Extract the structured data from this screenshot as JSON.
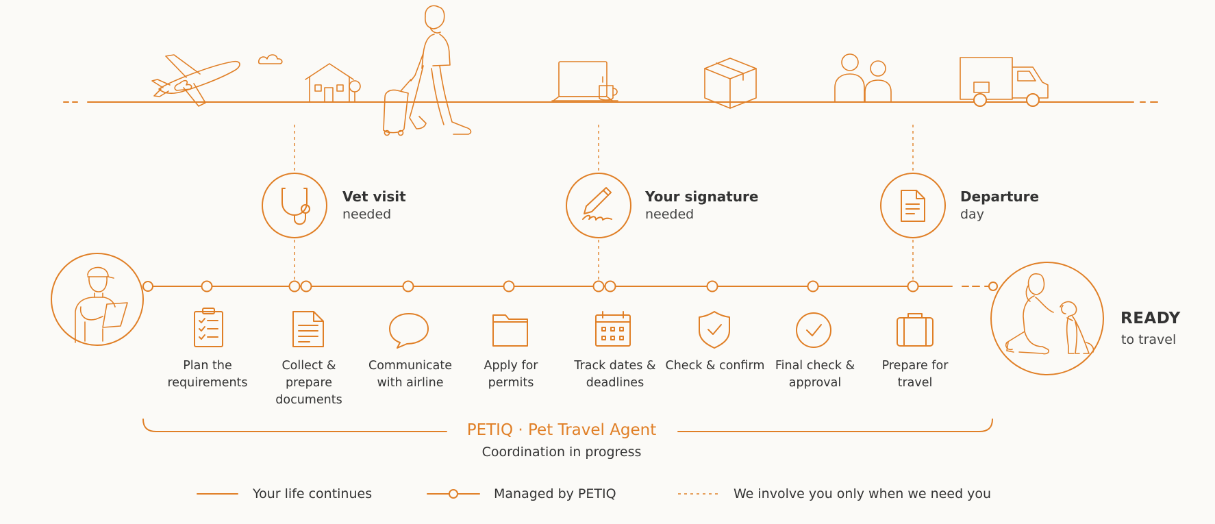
{
  "callouts": [
    {
      "title": "Vet visit",
      "sub": "needed",
      "icon": "stethoscope-icon"
    },
    {
      "title": "Your signature",
      "sub": "needed",
      "icon": "signature-pen-icon"
    },
    {
      "title": "Departure",
      "sub": "day",
      "icon": "document-icon"
    }
  ],
  "steps": [
    {
      "label": "Plan the requirements",
      "icon": "clipboard-checklist-icon"
    },
    {
      "label": "Collect & prepare documents",
      "icon": "document-icon"
    },
    {
      "label": "Communicate with airline",
      "icon": "speech-bubble-icon"
    },
    {
      "label": "Apply for permits",
      "icon": "folder-icon"
    },
    {
      "label": "Track dates & deadlines",
      "icon": "calendar-icon"
    },
    {
      "label": "Check & confirm",
      "icon": "shield-check-icon"
    },
    {
      "label": "Final check & approval",
      "icon": "check-circle-icon"
    },
    {
      "label": "Prepare for travel",
      "icon": "suitcase-icon"
    }
  ],
  "ready": {
    "title": "READY",
    "sub": "to travel"
  },
  "brand": {
    "name": "PETIQ · Pet Travel Agent",
    "status": "Coordination in progress"
  },
  "legend": {
    "life": "Your life continues",
    "managed": "Managed by PETIQ",
    "involve": "We involve you only when we need you"
  },
  "life_icons": [
    "airplane-icon",
    "cloud-icon",
    "house-icon",
    "traveler-with-suitcase-icon",
    "laptop-icon",
    "coffee-cup-icon",
    "package-box-icon",
    "people-icon",
    "moving-truck-icon"
  ],
  "colors": {
    "accent": "#e07f26",
    "background": "#fbfaf7",
    "text": "#333333"
  }
}
